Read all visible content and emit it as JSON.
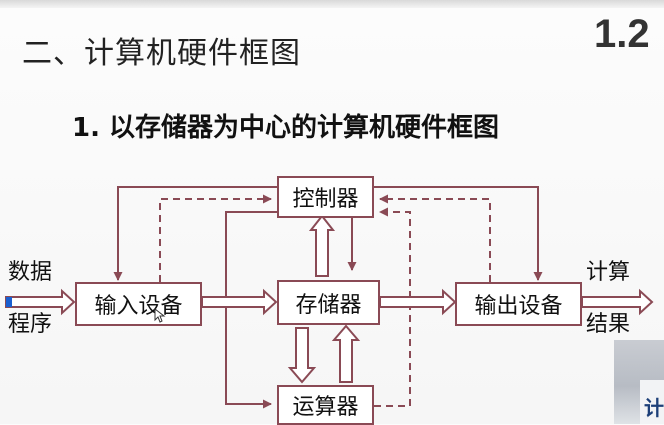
{
  "slide": {
    "section_title": "二、计算机硬件框图",
    "section_number": "1.2",
    "subtitle": "1. 以存储器为中心的计算机硬件框图"
  },
  "diagram": {
    "nodes": {
      "control": "控制器",
      "memory": "存储器",
      "alu": "运算器",
      "input": "输入设备",
      "output": "输出设备"
    },
    "left_labels": {
      "top": "数据",
      "bottom": "程序"
    },
    "right_labels": {
      "top": "计算",
      "bottom": "结果"
    },
    "colors": {
      "line": "#8a4a55",
      "fill": "#ffffff",
      "text": "#111111"
    }
  },
  "thumbnail": {
    "text": "计"
  }
}
